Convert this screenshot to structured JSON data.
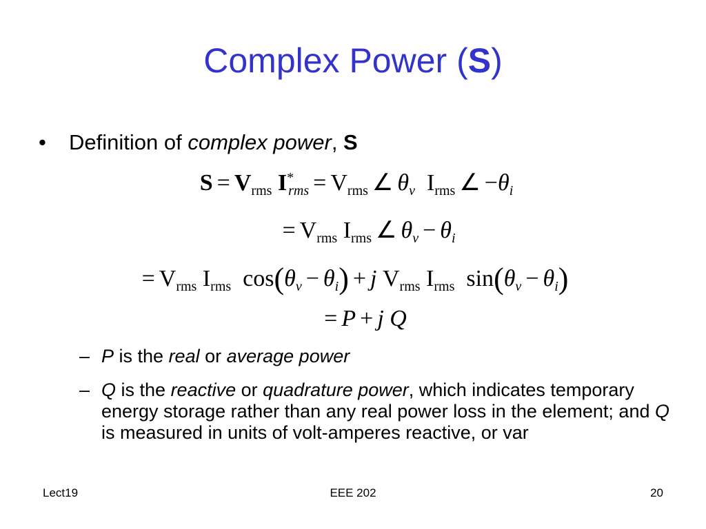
{
  "title": {
    "text": "Complex Power (",
    "bold": "S",
    "close": ")"
  },
  "bullet": {
    "marker": "•",
    "prefix": "Definition of ",
    "italic": "complex power",
    "comma": ", ",
    "bold": "S"
  },
  "equations": {
    "line1": {
      "S": "S",
      "eq": "=",
      "V": "V",
      "rms": "rms",
      "I": "I",
      "star": "*",
      "rms_it": "rms",
      "eq2": "=",
      "V2": "V",
      "rms2": "rms",
      "angle": "∠",
      "theta": "θ",
      "v": "v",
      "I2": "I",
      "rms3": "rms",
      "angle2": "∠",
      "minus": "−",
      "theta2": "θ",
      "i": "i"
    },
    "line2": {
      "eq": "=",
      "V": "V",
      "rms": "rms",
      "I": "I",
      "rms2": "rms",
      "angle": "∠",
      "theta": "θ",
      "v": "v",
      "minus": "−",
      "theta2": "θ",
      "i": "i"
    },
    "line3": {
      "eq": "=",
      "V": "V",
      "rms": "rms",
      "I": "I",
      "rms2": "rms",
      "cos": "cos",
      "lp": "(",
      "theta": "θ",
      "v": "v",
      "minus": "−",
      "theta2": "θ",
      "i": "i",
      "rp": ")",
      "plus": "+",
      "j": "j",
      "V2": "V",
      "rms3": "rms",
      "I2": "I",
      "rms4": "rms",
      "sin": "sin",
      "lp2": "(",
      "theta3": "θ",
      "v2": "v",
      "minus2": "−",
      "theta4": "θ",
      "i2": "i",
      "rp2": ")"
    },
    "line4": {
      "eq": "=",
      "P": "P",
      "plus": "+",
      "j": "j",
      "Q": "Q"
    }
  },
  "sub_items": [
    {
      "dash": "–",
      "P": "P",
      "t1": " is the ",
      "real": "real",
      "t2": " or ",
      "avg": "average power"
    },
    {
      "dash": "–",
      "Q": "Q",
      "t1": " is the ",
      "reactive": "reactive",
      "t2": " or ",
      "quad": "quadrature power",
      "t3": ", which indicates temporary energy storage rather than any real power loss in the element; and ",
      "Q2": "Q",
      "t4": " is measured in units of volt-amperes reactive, or var"
    }
  ],
  "footer": {
    "left": "Lect19",
    "center": "EEE 202",
    "right": "20"
  },
  "colors": {
    "title": "#3333cc",
    "text": "#000000",
    "background": "#ffffff"
  }
}
